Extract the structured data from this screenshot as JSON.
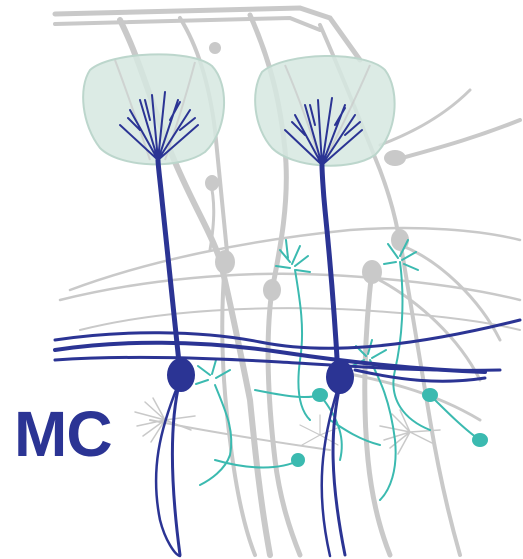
{
  "label": {
    "text": "MC"
  },
  "colors": {
    "mitral_cell": "#2b3494",
    "granule_cell": "#3bbab0",
    "background_neurons": "#c9c9c9",
    "glomerulus_fill": "#d6e7e0",
    "glomerulus_stroke": "#bcd6cc",
    "background": "#ffffff"
  },
  "mitral_cell_count": 2,
  "glomerulus_count": 2
}
